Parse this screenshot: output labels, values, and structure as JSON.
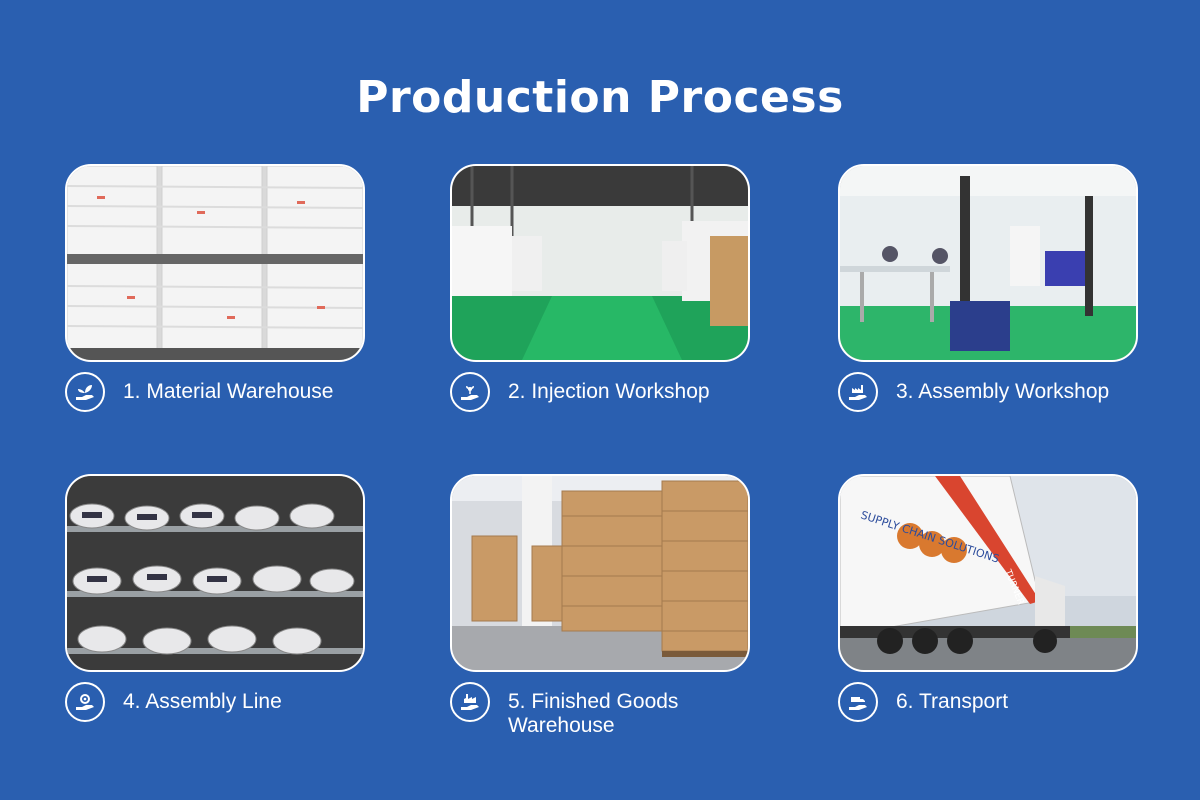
{
  "page": {
    "title": "Production Process"
  },
  "steps": [
    {
      "label": "1. Material Warehouse",
      "icon": "hand-plant-icon",
      "photo": "material-warehouse-photo"
    },
    {
      "label": "2. Injection Workshop",
      "icon": "hand-seedling-icon",
      "photo": "injection-workshop-photo"
    },
    {
      "label": "3. Assembly Workshop",
      "icon": "hand-factory-icon",
      "photo": "assembly-workshop-photo"
    },
    {
      "label": "4. Assembly Line",
      "icon": "hand-gear-icon",
      "photo": "assembly-line-photo"
    },
    {
      "label": "5. Finished Goods\nWarehouse",
      "icon": "hand-building-icon",
      "photo": "finished-goods-warehouse-photo"
    },
    {
      "label": "6. Transport",
      "icon": "hand-truck-icon",
      "photo": "transport-truck-photo"
    }
  ],
  "truck_logo": {
    "text": "SUPPLY CHAIN SOLUTIONS",
    "brand": "TURNER"
  },
  "colors": {
    "background": "#2a5fb0",
    "text": "#ffffff",
    "floor_green": "#1fa35a"
  }
}
